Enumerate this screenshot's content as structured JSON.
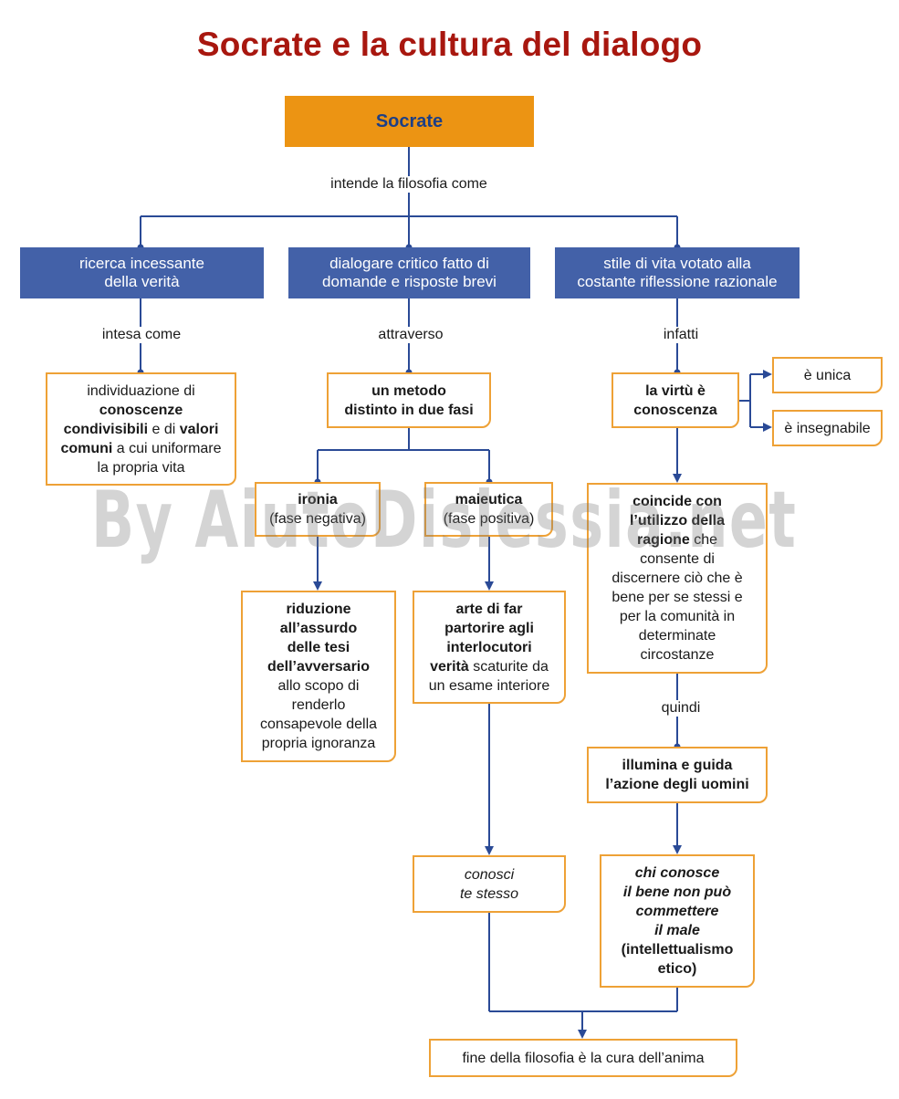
{
  "title": "Socrate e la cultura del dialogo",
  "watermark": "By AiutoDislessia.net",
  "colors": {
    "title": "#a8170f",
    "orange": "#ec9413",
    "blue": "#4361a8",
    "line": "#2a4a96",
    "border": "#eea136"
  },
  "nodes": {
    "socrate": "Socrate",
    "ricerca": [
      "ricerca incessante",
      "della verità"
    ],
    "dialogare": [
      "dialogare critico fatto di",
      "domande e risposte brevi"
    ],
    "stile": [
      "stile di vita votato alla",
      "costante riflessione razionale"
    ],
    "individuazione": {
      "l1": "individuazione di",
      "l2": "conoscenze",
      "l3a": "condivisibili",
      "l3b": " e di ",
      "l3c": "valori",
      "l4a": "comuni",
      "l4b": " a cui uniformare",
      "l5": "la propria vita"
    },
    "metodo": [
      "un metodo",
      "distinto in due fasi"
    ],
    "ironia": {
      "title": "ironia",
      "sub": "(fase negativa)"
    },
    "maieutica": {
      "title": "maieutica",
      "sub": "(fase positiva)"
    },
    "riduzione": {
      "b1": "riduzione",
      "b2": "all’assurdo",
      "b3": "delle tesi",
      "b4": "dell’avversario",
      "n1": "allo scopo di",
      "n2": "renderlo",
      "n3": "consapevole della",
      "n4": "propria ignoranza"
    },
    "arte": {
      "b1": "arte di far",
      "b2": "partorire agli",
      "b3": "interlocutori",
      "b4": "verità",
      "n4": " scaturite da",
      "n5": "un esame interiore"
    },
    "virtu": [
      "la virtù è",
      "conoscenza"
    ],
    "unica": "è unica",
    "insegnabile": "è insegnabile",
    "coincide": {
      "b1": "coincide con",
      "b2": "l’utilizzo della",
      "b3": "ragione",
      "n3": " che",
      "n4": "consente di",
      "n5": "discernere ciò che è",
      "n6": "bene per se stessi e",
      "n7": "per la comunità in",
      "n8": "determinate",
      "n9": "circostanze"
    },
    "illumina": [
      "illumina e guida",
      "l’azione degli uomini"
    ],
    "conosci": [
      "conosci",
      "te stesso"
    ],
    "chiconosce": {
      "i1": "chi conosce",
      "i2": "il bene non può",
      "i3": "commettere",
      "i4": "il male",
      "b5": "(intellettualismo",
      "b6": "etico)"
    },
    "fine": "fine della filosofia è la cura dell’anima"
  },
  "labels": {
    "intende": "intende la filosofia come",
    "intesa": "intesa come",
    "attraverso": "attraverso",
    "infatti": "infatti",
    "quindi": "quindi"
  }
}
